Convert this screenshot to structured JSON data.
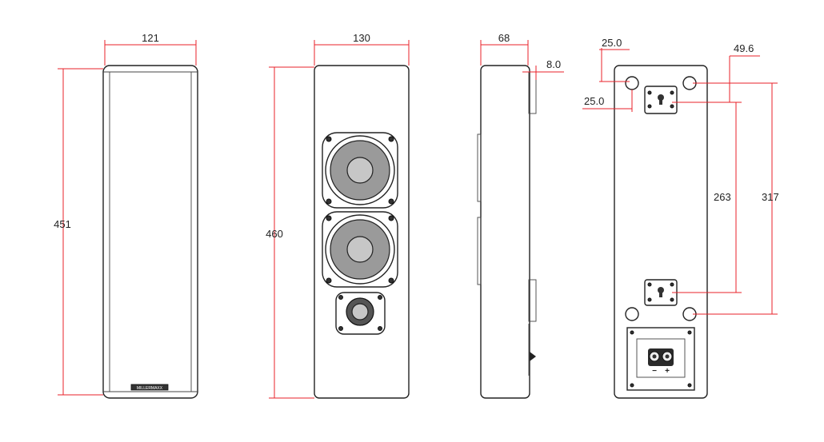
{
  "dimensions": {
    "front_width": "121",
    "front_height": "451",
    "baffle_width": "130",
    "baffle_height": "460",
    "side_depth": "68",
    "side_offset": "8.0",
    "back_hole_x": "25.0",
    "back_hole_y": "25.0",
    "back_hole_right": "49.6",
    "back_bracket_spacing": "263",
    "back_hole_spacing": "317"
  },
  "labels": {
    "brand_badge": "MILLERMAXX",
    "terminal_minus": "−",
    "terminal_plus": "+"
  },
  "colors": {
    "dimension": "#e8222a",
    "outline": "#222222"
  }
}
